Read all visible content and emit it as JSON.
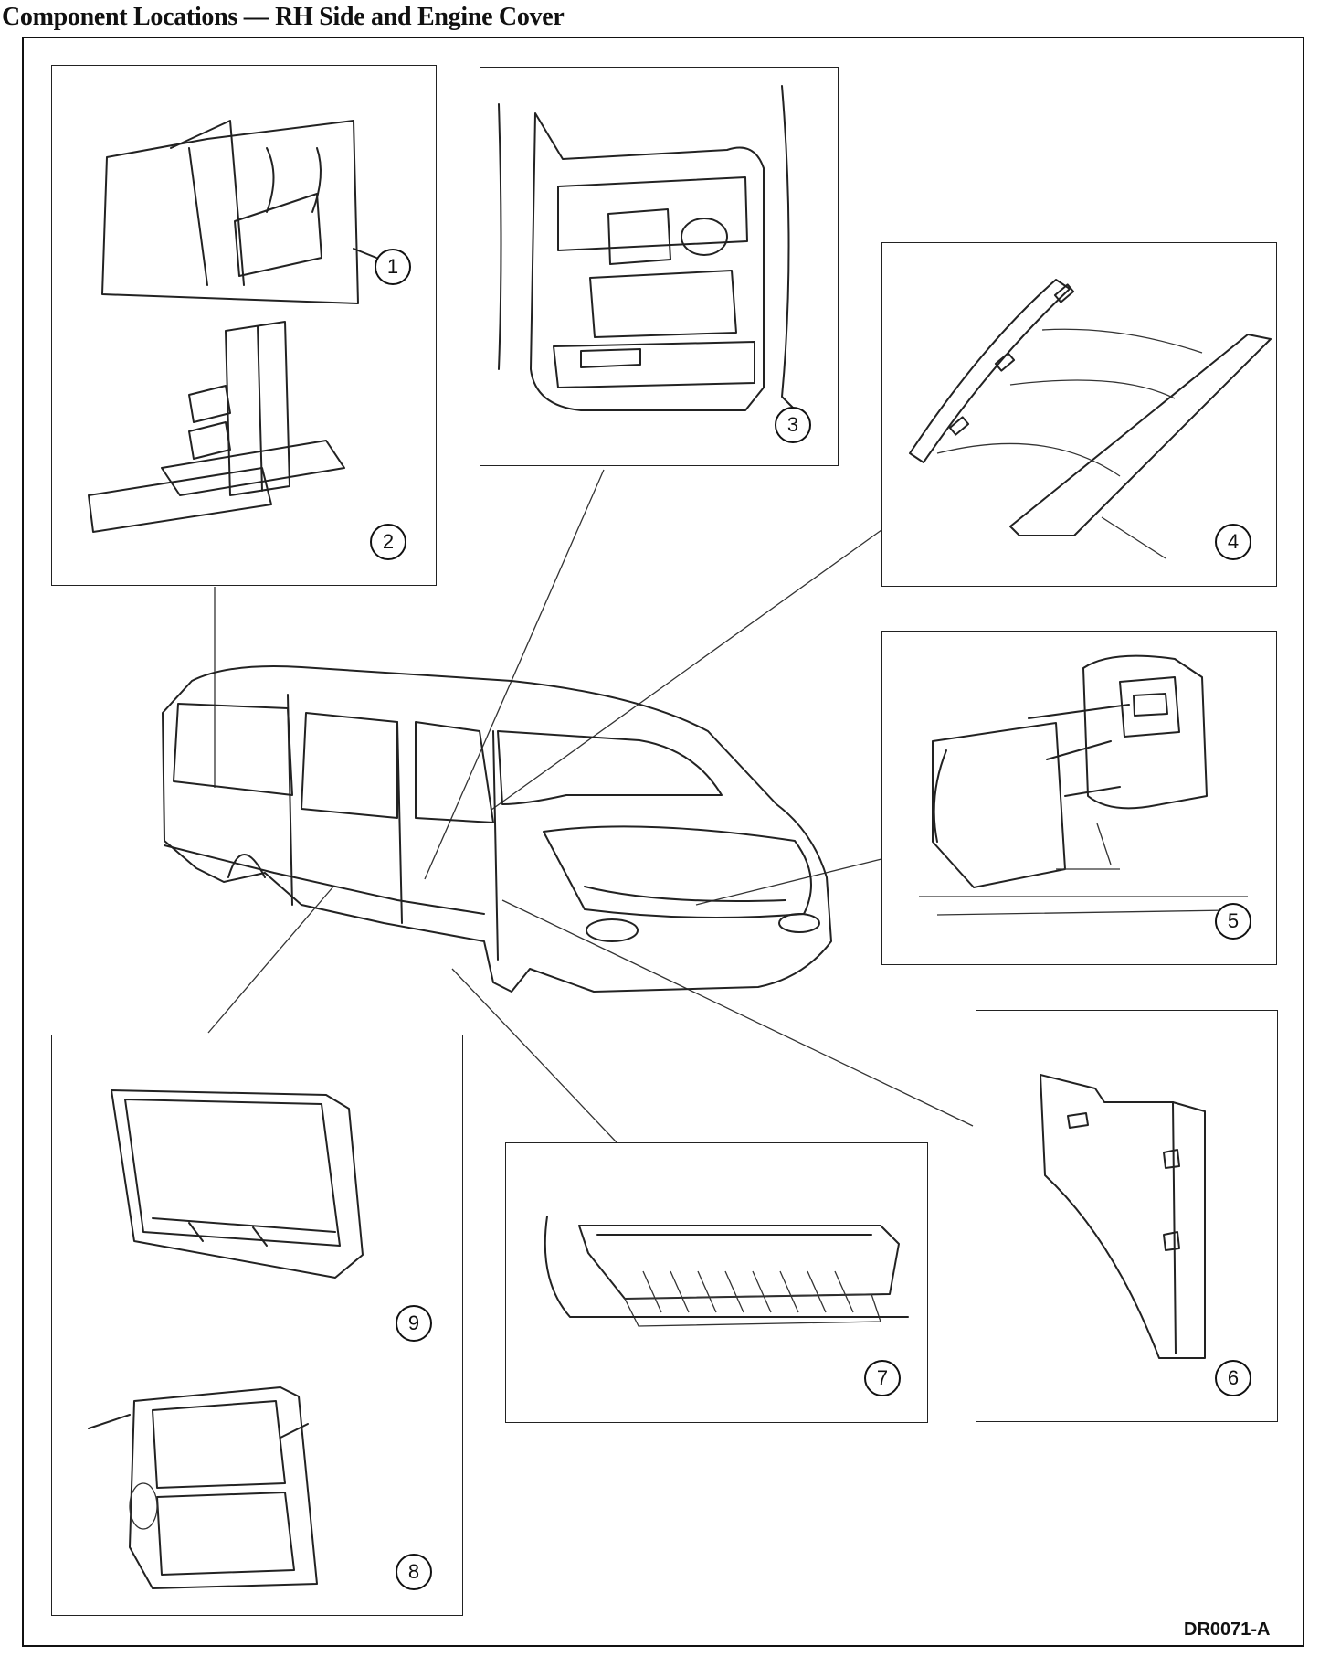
{
  "page": {
    "title": "Component Locations — RH Side and Engine Cover",
    "drawing_code": "DR0071-A"
  },
  "callouts": {
    "c1": "1",
    "c2": "2",
    "c3": "3",
    "c4": "4",
    "c5": "5",
    "c6": "6",
    "c7": "7",
    "c8": "8",
    "c9": "9"
  },
  "colors": {
    "line": "#222222",
    "background": "#ffffff"
  }
}
